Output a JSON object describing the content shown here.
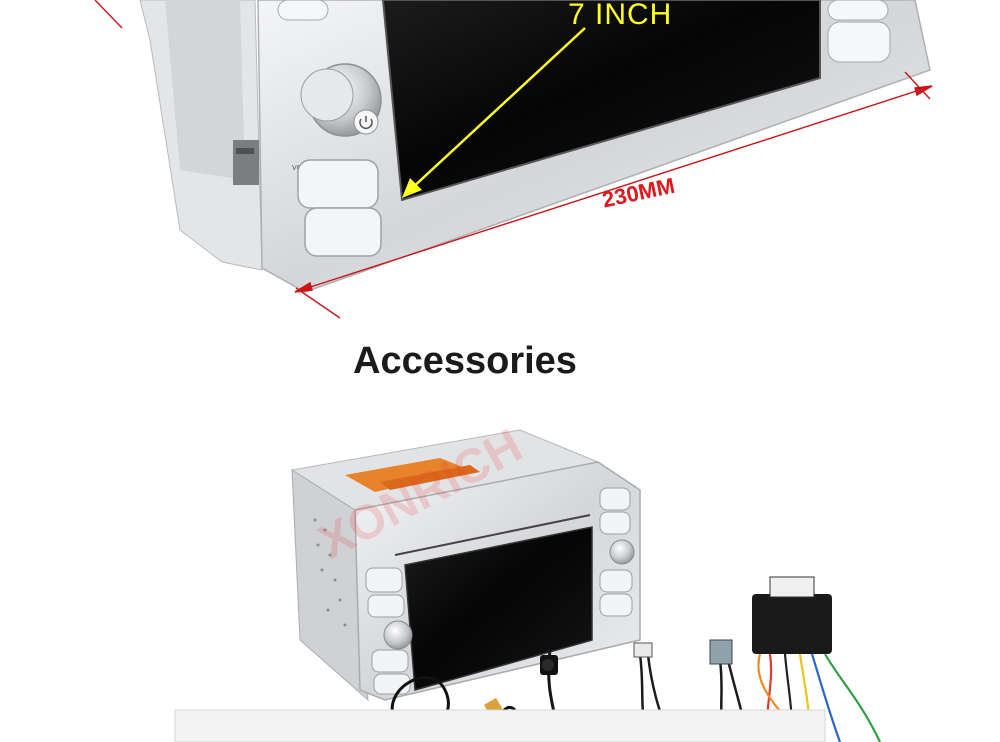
{
  "screen_size_label": "7  INCH",
  "width_label": "230MM",
  "section_title": "Accessories",
  "watermark": "XONRICH",
  "colors": {
    "screen_label": "#ffff22",
    "dimension": "#e0171c",
    "title": "#1b1b1b",
    "panel": "#dcdde0",
    "screen": "#0a0a0a"
  }
}
